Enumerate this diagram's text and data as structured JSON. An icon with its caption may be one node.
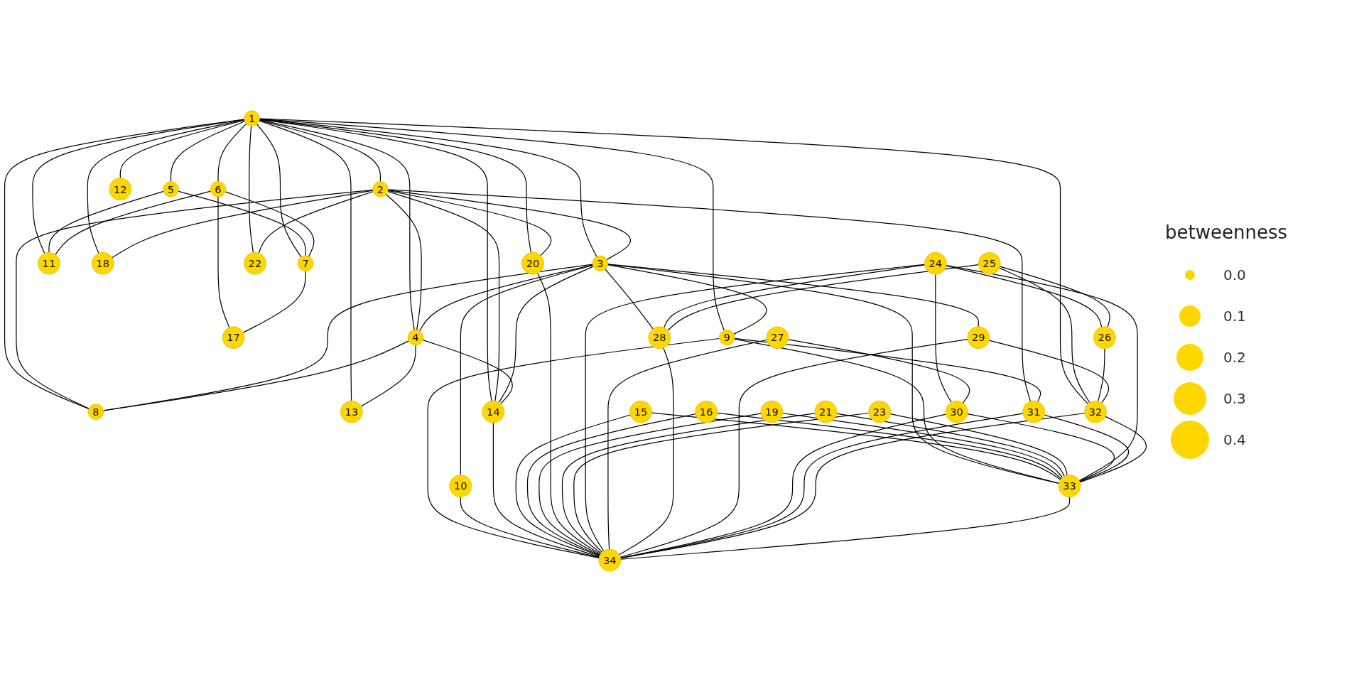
{
  "diagram": {
    "nodes": [
      {
        "text": [
          "1"
        ]
      },
      {
        "text": [
          "2"
        ]
      },
      {
        "text": [
          "3"
        ]
      },
      {
        "text": [
          "4"
        ]
      },
      {
        "text": [
          "5"
        ]
      },
      {
        "text": [
          "6"
        ]
      },
      {
        "text": [
          "7"
        ]
      },
      {
        "text": [
          "8"
        ]
      },
      {
        "text": [
          "9"
        ]
      },
      {
        "text": [
          "10"
        ]
      },
      {
        "text": [
          "11"
        ]
      },
      {
        "text": [
          "12"
        ]
      },
      {
        "text": [
          "13"
        ]
      },
      {
        "text": [
          "14"
        ]
      },
      {
        "text": [
          "15"
        ]
      },
      {
        "text": [
          "16"
        ]
      },
      {
        "text": [
          "17"
        ]
      },
      {
        "text": [
          "18"
        ]
      },
      {
        "text": [
          "19"
        ]
      },
      {
        "text": [
          "20"
        ]
      },
      {
        "text": [
          "21"
        ]
      },
      {
        "text": [
          "22"
        ]
      },
      {
        "text": [
          "23"
        ]
      },
      {
        "text": [
          "24"
        ]
      },
      {
        "text": [
          "25"
        ]
      },
      {
        "text": [
          "26"
        ]
      },
      {
        "text": [
          "27"
        ]
      },
      {
        "text": [
          "28"
        ]
      },
      {
        "text": [
          "29"
        ]
      },
      {
        "text": [
          "30"
        ]
      },
      {
        "text": [
          "31"
        ]
      },
      {
        "text": [
          "32"
        ]
      },
      {
        "text": [
          "33"
        ]
      },
      {
        "text": [
          "34"
        ]
      }
    ],
    "edges": [
      {
        "from": 0,
        "to": 1,
        "arrow": "none"
      },
      {
        "from": 0,
        "to": 2,
        "arrow": "none"
      },
      {
        "from": 0,
        "to": 3,
        "arrow": "none"
      },
      {
        "from": 0,
        "to": 4,
        "arrow": "none"
      },
      {
        "from": 0,
        "to": 5,
        "arrow": "none"
      },
      {
        "from": 0,
        "to": 6,
        "arrow": "none"
      },
      {
        "from": 0,
        "to": 7,
        "arrow": "none"
      },
      {
        "from": 0,
        "to": 8,
        "arrow": "none"
      },
      {
        "from": 0,
        "to": 10,
        "arrow": "none"
      },
      {
        "from": 0,
        "to": 11,
        "arrow": "none"
      },
      {
        "from": 0,
        "to": 12,
        "arrow": "none"
      },
      {
        "from": 0,
        "to": 13,
        "arrow": "none"
      },
      {
        "from": 0,
        "to": 17,
        "arrow": "none"
      },
      {
        "from": 0,
        "to": 19,
        "arrow": "none"
      },
      {
        "from": 0,
        "to": 21,
        "arrow": "none"
      },
      {
        "from": 0,
        "to": 31,
        "arrow": "none"
      },
      {
        "from": 1,
        "to": 2,
        "arrow": "none"
      },
      {
        "from": 1,
        "to": 3,
        "arrow": "none"
      },
      {
        "from": 1,
        "to": 7,
        "arrow": "none"
      },
      {
        "from": 1,
        "to": 13,
        "arrow": "none"
      },
      {
        "from": 1,
        "to": 17,
        "arrow": "none"
      },
      {
        "from": 1,
        "to": 19,
        "arrow": "none"
      },
      {
        "from": 1,
        "to": 21,
        "arrow": "none"
      },
      {
        "from": 1,
        "to": 30,
        "arrow": "none"
      },
      {
        "from": 2,
        "to": 3,
        "arrow": "none"
      },
      {
        "from": 2,
        "to": 7,
        "arrow": "none"
      },
      {
        "from": 2,
        "to": 8,
        "arrow": "none"
      },
      {
        "from": 2,
        "to": 9,
        "arrow": "none"
      },
      {
        "from": 2,
        "to": 13,
        "arrow": "none"
      },
      {
        "from": 2,
        "to": 27,
        "arrow": "none"
      },
      {
        "from": 2,
        "to": 28,
        "arrow": "none"
      },
      {
        "from": 2,
        "to": 32,
        "arrow": "none"
      },
      {
        "from": 3,
        "to": 7,
        "arrow": "none"
      },
      {
        "from": 3,
        "to": 12,
        "arrow": "none"
      },
      {
        "from": 3,
        "to": 13,
        "arrow": "none"
      },
      {
        "from": 4,
        "to": 6,
        "arrow": "none"
      },
      {
        "from": 4,
        "to": 10,
        "arrow": "none"
      },
      {
        "from": 5,
        "to": 6,
        "arrow": "none"
      },
      {
        "from": 5,
        "to": 10,
        "arrow": "none"
      },
      {
        "from": 5,
        "to": 16,
        "arrow": "none"
      },
      {
        "from": 6,
        "to": 16,
        "arrow": "none"
      },
      {
        "from": 8,
        "to": 30,
        "arrow": "none"
      },
      {
        "from": 8,
        "to": 32,
        "arrow": "none"
      },
      {
        "from": 8,
        "to": 33,
        "arrow": "none"
      },
      {
        "from": 9,
        "to": 33,
        "arrow": "none"
      },
      {
        "from": 13,
        "to": 33,
        "arrow": "none"
      },
      {
        "from": 14,
        "to": 32,
        "arrow": "none"
      },
      {
        "from": 14,
        "to": 33,
        "arrow": "none"
      },
      {
        "from": 15,
        "to": 32,
        "arrow": "none"
      },
      {
        "from": 15,
        "to": 33,
        "arrow": "none"
      },
      {
        "from": 18,
        "to": 32,
        "arrow": "none"
      },
      {
        "from": 18,
        "to": 33,
        "arrow": "none"
      },
      {
        "from": 19,
        "to": 33,
        "arrow": "none"
      },
      {
        "from": 20,
        "to": 32,
        "arrow": "none"
      },
      {
        "from": 20,
        "to": 33,
        "arrow": "none"
      },
      {
        "from": 22,
        "to": 32,
        "arrow": "none"
      },
      {
        "from": 22,
        "to": 33,
        "arrow": "none"
      },
      {
        "from": 23,
        "to": 25,
        "arrow": "none"
      },
      {
        "from": 23,
        "to": 27,
        "arrow": "none"
      },
      {
        "from": 23,
        "to": 29,
        "arrow": "none"
      },
      {
        "from": 23,
        "to": 32,
        "arrow": "none"
      },
      {
        "from": 23,
        "to": 33,
        "arrow": "none"
      },
      {
        "from": 24,
        "to": 25,
        "arrow": "none"
      },
      {
        "from": 24,
        "to": 27,
        "arrow": "none"
      },
      {
        "from": 24,
        "to": 31,
        "arrow": "none"
      },
      {
        "from": 25,
        "to": 31,
        "arrow": "none"
      },
      {
        "from": 26,
        "to": 29,
        "arrow": "none"
      },
      {
        "from": 26,
        "to": 33,
        "arrow": "none"
      },
      {
        "from": 27,
        "to": 33,
        "arrow": "none"
      },
      {
        "from": 28,
        "to": 31,
        "arrow": "none"
      },
      {
        "from": 28,
        "to": 33,
        "arrow": "none"
      },
      {
        "from": 29,
        "to": 32,
        "arrow": "none"
      },
      {
        "from": 29,
        "to": 33,
        "arrow": "none"
      },
      {
        "from": 30,
        "to": 32,
        "arrow": "none"
      },
      {
        "from": 30,
        "to": 33,
        "arrow": "none"
      },
      {
        "from": 31,
        "to": 32,
        "arrow": "none"
      },
      {
        "from": 31,
        "to": 33,
        "arrow": "none"
      },
      {
        "from": 32,
        "to": 33,
        "arrow": "none"
      }
    ],
    "labels": [
      "betweenness"
    ],
    "legend": [
      {
        "text": "0.0"
      },
      {
        "text": "0.1"
      },
      {
        "text": "0.2"
      },
      {
        "text": "0.3"
      },
      {
        "text": "0.4"
      }
    ]
  }
}
